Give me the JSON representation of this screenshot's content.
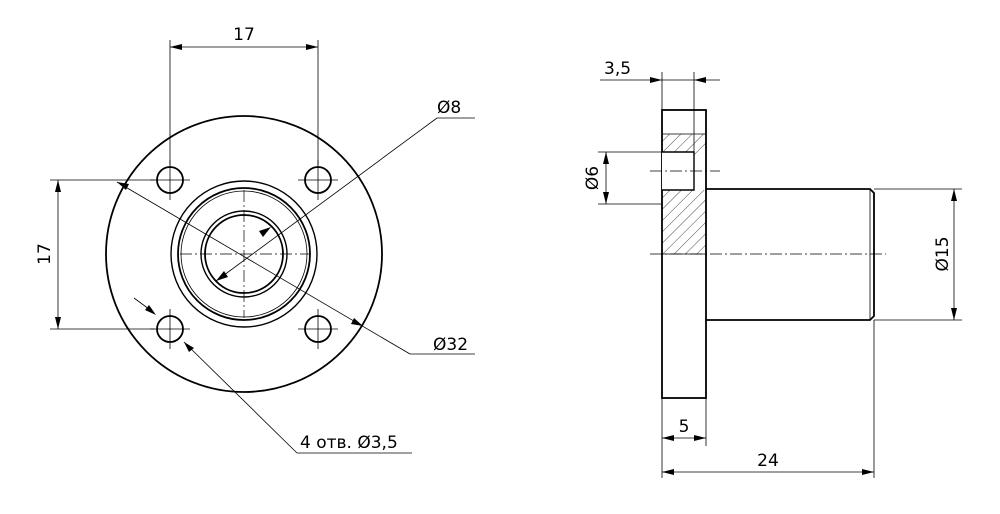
{
  "front_view": {
    "dim_hole_spacing_h": "17",
    "dim_hole_spacing_v": "17",
    "dim_bore": "Ø8",
    "dim_flange_diameter": "Ø32",
    "dim_mount_holes": "4 отв. Ø3,5"
  },
  "side_view": {
    "dim_flange_thickness_top": "3,5",
    "dim_counterbore": "Ø6",
    "dim_shaft_diameter": "Ø15",
    "dim_flange_thickness": "5",
    "dim_total_length": "24"
  }
}
